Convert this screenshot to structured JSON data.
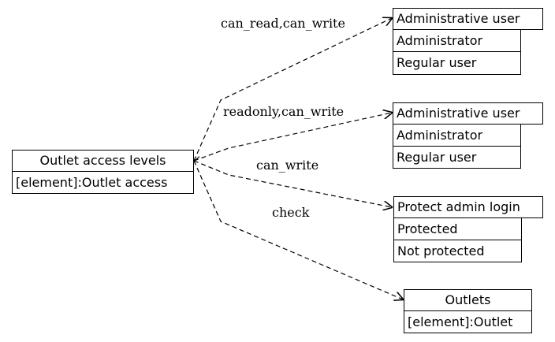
{
  "source_node": {
    "title": "Outlet access levels",
    "field": "[element]:Outlet access"
  },
  "targets": [
    {
      "title": "Administrative user",
      "rows": [
        "Administrator",
        "Regular user"
      ],
      "edge_label": "can_read,can_write"
    },
    {
      "title": "Administrative user",
      "rows": [
        "Administrator",
        "Regular user"
      ],
      "edge_label": "readonly,can_write"
    },
    {
      "title": "Protect admin login",
      "rows": [
        "Protected",
        "Not protected"
      ],
      "edge_label": "can_write"
    },
    {
      "title": "Outlets",
      "rows": [
        "[element]:Outlet"
      ],
      "edge_label": "check"
    }
  ]
}
